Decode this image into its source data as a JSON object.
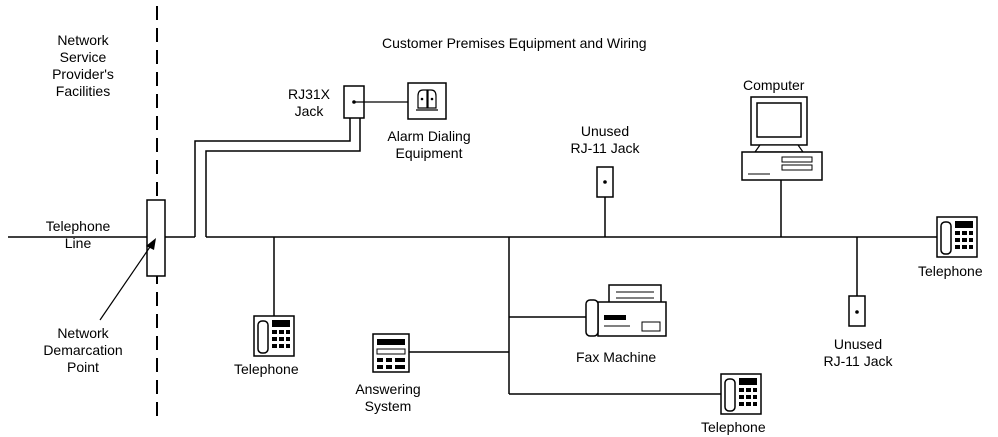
{
  "labels": {
    "provider": [
      "Network",
      "Service",
      "Provider's",
      "Facilities"
    ],
    "customer_title": "Customer Premises Equipment and Wiring",
    "telephone_line": [
      "Telephone",
      "Line"
    ],
    "demarc": [
      "Network",
      "Demarcation",
      "Point"
    ],
    "rj31x": [
      "RJ31X",
      "Jack"
    ],
    "alarm": [
      "Alarm Dialing",
      "Equipment"
    ],
    "unused_top": [
      "Unused",
      "RJ-11 Jack"
    ],
    "computer": "Computer",
    "telephone_right": "Telephone",
    "telephone_left": "Telephone",
    "fax": "Fax Machine",
    "unused_bottom": [
      "Unused",
      "RJ-11 Jack"
    ],
    "answering": [
      "Answering",
      "System"
    ],
    "telephone_bottom": "Telephone"
  },
  "colors": {
    "line": "#000000",
    "background": "#ffffff"
  }
}
